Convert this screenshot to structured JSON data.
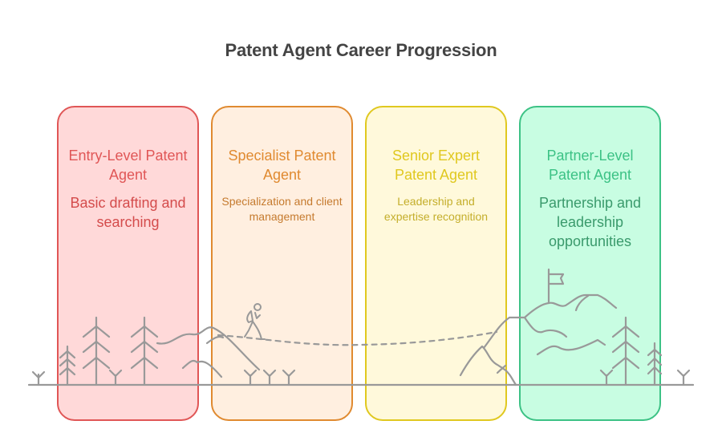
{
  "title": "Patent Agent Career Progression",
  "stages": [
    {
      "heading": "Entry-Level Patent Agent",
      "description": "Basic drafting and searching",
      "colors": {
        "fill": "#ffd9d9",
        "border": "#e05656",
        "heading": "#e05656",
        "text": "#d44c4c"
      }
    },
    {
      "heading": "Specialist Patent Agent",
      "description": "Specialization and client management",
      "colors": {
        "fill": "#ffefe0",
        "border": "#e08a30",
        "heading": "#e08a30",
        "text": "#c57a2e"
      }
    },
    {
      "heading": "Senior Expert Patent Agent",
      "description": "Leadership and expertise recognition",
      "colors": {
        "fill": "#fff9db",
        "border": "#e0c81f",
        "heading": "#e0c81f",
        "text": "#c4ae2b"
      }
    },
    {
      "heading": "Partner-Level Patent Agent",
      "description": "Partnership and leadership opportunities",
      "colors": {
        "fill": "#c8fde2",
        "border": "#3cc285",
        "heading": "#3cc285",
        "text": "#3a9a6c"
      }
    }
  ],
  "illustration": {
    "line_color": "#999999",
    "icons": [
      "pine-tree-icon",
      "grass-icon",
      "mountain-icon",
      "hiker-icon",
      "summit-flag-icon",
      "dashed-path"
    ]
  }
}
